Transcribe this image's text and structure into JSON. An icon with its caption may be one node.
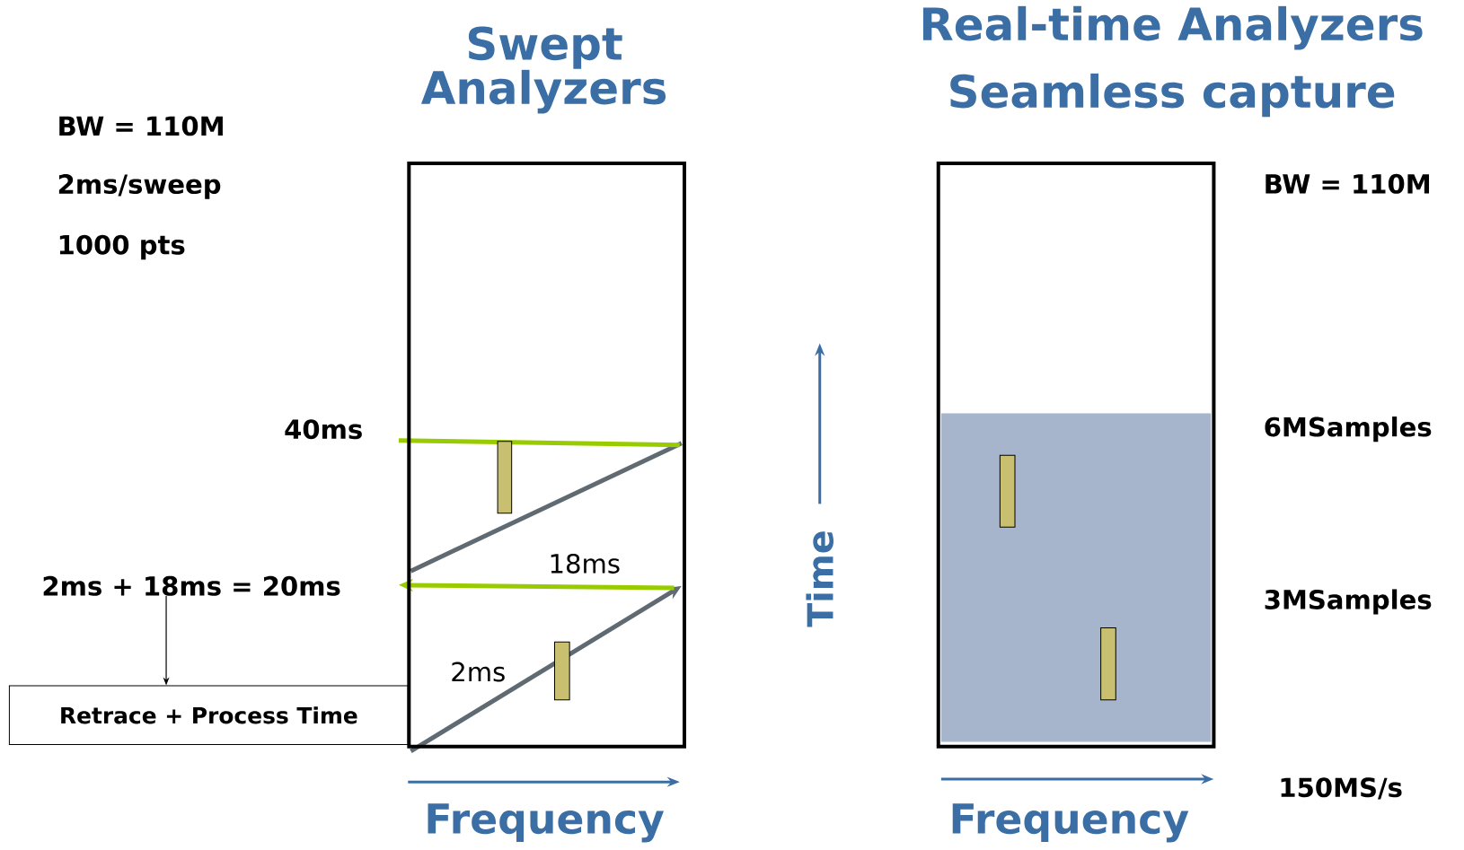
{
  "diagram": {
    "nodes": [
      {
        "text": [],
        "shape": "box"
      },
      {
        "text": [],
        "shape": "box"
      },
      {
        "text": [
          "2ms + 18ms = 20ms"
        ]
      },
      {
        "text": [
          "Retrace + Process Time"
        ]
      }
    ],
    "edges": [
      {
        "from": 2,
        "to": 3,
        "arrow": "to"
      }
    ],
    "labels": [
      "Swept Analyzers",
      "Real-time Analyzers",
      "Seamless capture",
      "BW = 110M",
      "2ms/sweep",
      "1000 pts",
      "BW = 110M",
      "40ms",
      "18ms",
      "2ms",
      "6MSamples",
      "3MSamples",
      "Time",
      "150MS/s",
      "Frequency",
      "Frequency"
    ]
  }
}
